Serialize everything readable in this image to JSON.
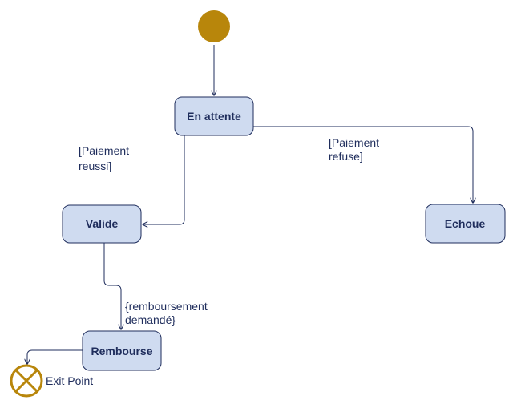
{
  "colors": {
    "state_fill": "#cfdbf0",
    "state_stroke": "#1f2d5c",
    "text": "#1f2d5c",
    "initial_node": "#b8860b",
    "exit_point": "#b8860b"
  },
  "states": {
    "en_attente": "En attente",
    "valide": "Valide",
    "echoue": "Echoue",
    "rembourse": "Rembourse"
  },
  "transitions": {
    "paiement_reussi": [
      "[Paiement",
      "reussi]"
    ],
    "paiement_refuse": [
      "[Paiement",
      "refuse]"
    ],
    "remboursement_demande": [
      "{remboursement",
      "demandé}"
    ]
  },
  "exit_point": {
    "label": "Exit Point",
    "icon": "exit-point-icon"
  },
  "initial_node": {
    "icon": "initial-node-icon"
  }
}
